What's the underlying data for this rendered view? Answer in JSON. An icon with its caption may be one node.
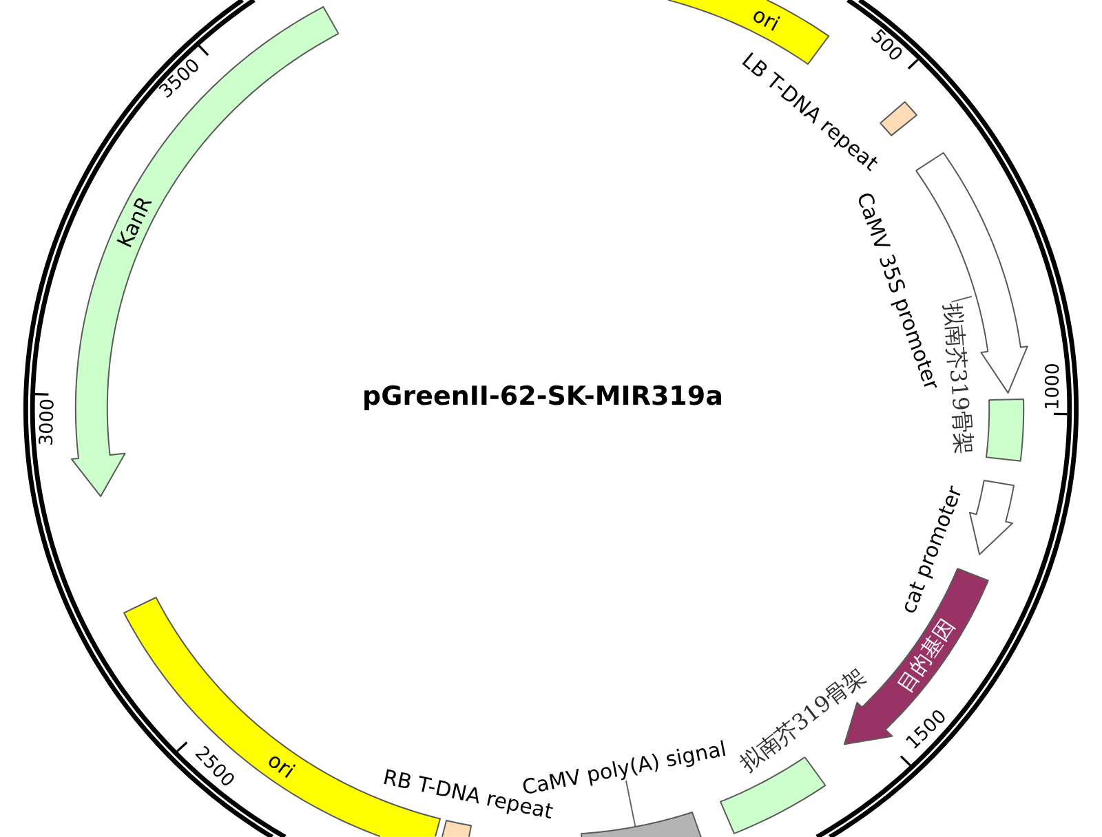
{
  "diagram": {
    "title": "pGreenII-62-SK-MIR319a",
    "nodes": [
      {
        "text": [
          "ori"
        ]
      },
      {
        "text": [
          "LB T-DNA repeat"
        ]
      },
      {
        "text": [
          "CaMV 35S promoter"
        ]
      },
      {
        "text": [
          "拟南芥319骨架"
        ]
      },
      {
        "text": [],
        "shape": "box"
      },
      {
        "text": [
          "cat promoter"
        ]
      },
      {
        "text": [
          "目的基因"
        ]
      },
      {
        "text": [
          "拟南芥319骨架"
        ]
      },
      {
        "text": [
          "CaMV poly(A) signal"
        ]
      },
      {
        "text": [],
        "shape": "box"
      },
      {
        "text": [
          "RB T-DNA repeat"
        ]
      },
      {
        "text": [
          "ori"
        ]
      },
      {
        "text": [
          "KanR"
        ]
      }
    ],
    "edges": [
      {
        "from": 3,
        "to": null,
        "arrow": "none"
      },
      {
        "from": 8,
        "to": 9,
        "arrow": "none"
      }
    ],
    "labels": [
      "500",
      "1000",
      "1500",
      "2500",
      "3000",
      "3500"
    ]
  }
}
